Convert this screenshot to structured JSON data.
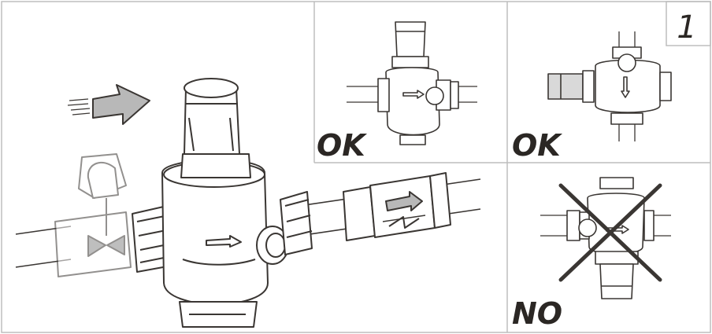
{
  "figure": {
    "step_number": "1",
    "panels": [
      {
        "id": "panel-top-center",
        "label": "OK"
      },
      {
        "id": "panel-top-right",
        "label": "OK"
      },
      {
        "id": "panel-bottom-right",
        "label": "NO"
      }
    ]
  },
  "colors": {
    "line": "#3a3633",
    "frame": "#bdbdbd",
    "gray_fill": "#b8b8b8",
    "light_gray": "#d9d9d9",
    "label": "#2b2724"
  }
}
